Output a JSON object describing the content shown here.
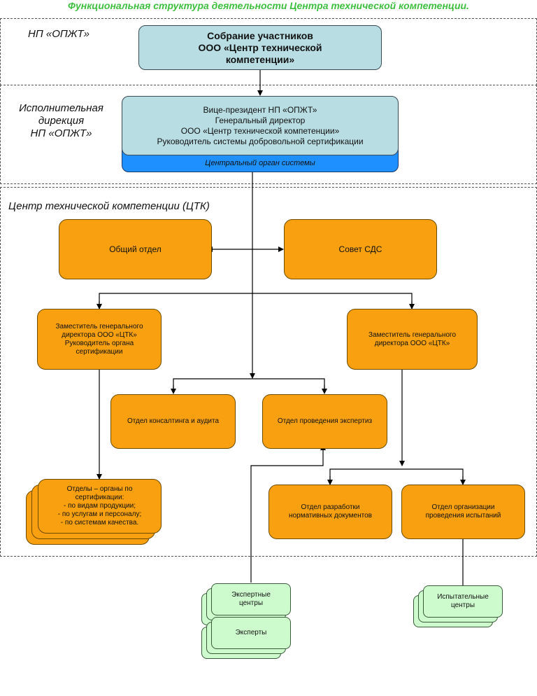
{
  "title": "Функциональная структура деятельности Центра технической компетенции.",
  "zones": {
    "z1_label": "НП «ОПЖТ»",
    "z2_label_lines": [
      "Исполнительная",
      "дирекция",
      "НП «ОПЖТ»"
    ],
    "z3_label": "Центр технической компетенции (ЦТК)"
  },
  "boxes": {
    "assembly_lines": [
      "Собрание участников",
      "ООО «Центр технической",
      "компетенции»"
    ],
    "vp_lines": [
      "Вице-президент НП «ОПЖТ»",
      "Генеральный директор",
      "ООО «Центр технической компетенции»",
      "Руководитель системы добровольной сертификации"
    ],
    "central_organ": "Центральный орган системы",
    "general_dept": "Общий отдел",
    "council": "Совет СДС",
    "deputy_left_lines": [
      "Заместитель генерального",
      "директора ООО «ЦТК»",
      "Руководитель органа",
      "сертификации"
    ],
    "deputy_right_lines": [
      "Заместитель генерального",
      "директора ООО «ЦТК»"
    ],
    "consulting": "Отдел консалтинга и аудита",
    "expertise": "Отдел проведения экспертиз",
    "cert_depts_lines": [
      "Отделы – органы по",
      "сертификации:",
      "- по видам продукции;",
      "- по услугам и персоналу;",
      "- по системам качества."
    ],
    "normative_lines": [
      "Отдел разработки",
      "нормативных документов"
    ],
    "testing_lines": [
      "Отдел организации",
      "проведения испытаний"
    ],
    "expert_centers_lines": [
      "Экспертные",
      "центры"
    ],
    "experts": "Эксперты",
    "test_centers_lines": [
      "Испытательные",
      "центры"
    ]
  },
  "colors": {
    "blue_box": "#b8dde3",
    "central_band": "#1e90ff",
    "orange_box": "#f8a010",
    "green_box": "#cdfbcd",
    "title": "#3fbf3f"
  }
}
